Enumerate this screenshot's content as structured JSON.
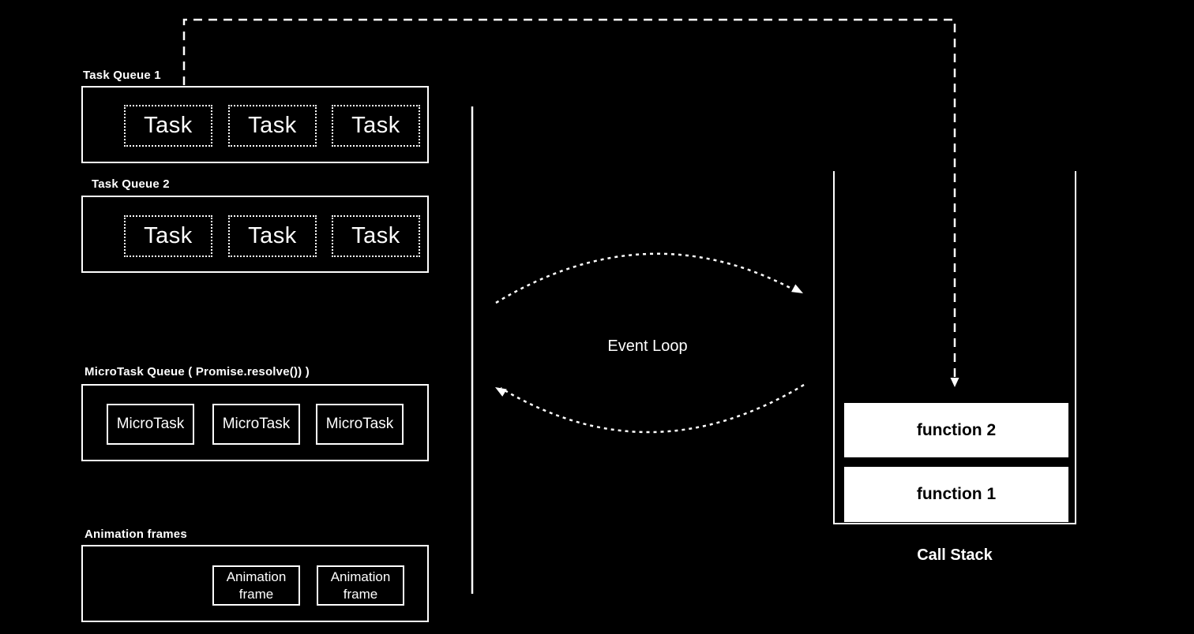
{
  "colors": {
    "background": "#000000",
    "line": "#ffffff",
    "text": "#ffffff",
    "stack_frame_bg": "#ffffff",
    "stack_frame_text": "#000000"
  },
  "task_queue_1": {
    "label": "Task Queue 1",
    "items": [
      "Task",
      "Task",
      "Task"
    ]
  },
  "task_queue_2": {
    "label": "Task Queue 2",
    "items": [
      "Task",
      "Task",
      "Task"
    ]
  },
  "microtask_queue": {
    "label": "MicroTask Queue ( Promise.resolve()) )",
    "items": [
      "MicroTask",
      "MicroTask",
      "MicroTask"
    ]
  },
  "animation_frames": {
    "label": "Animation frames",
    "items": [
      "Animation frame",
      "Animation frame"
    ]
  },
  "event_loop": {
    "label": "Event Loop"
  },
  "call_stack": {
    "label": "Call Stack",
    "frames": [
      "function 2",
      "function 1"
    ]
  }
}
